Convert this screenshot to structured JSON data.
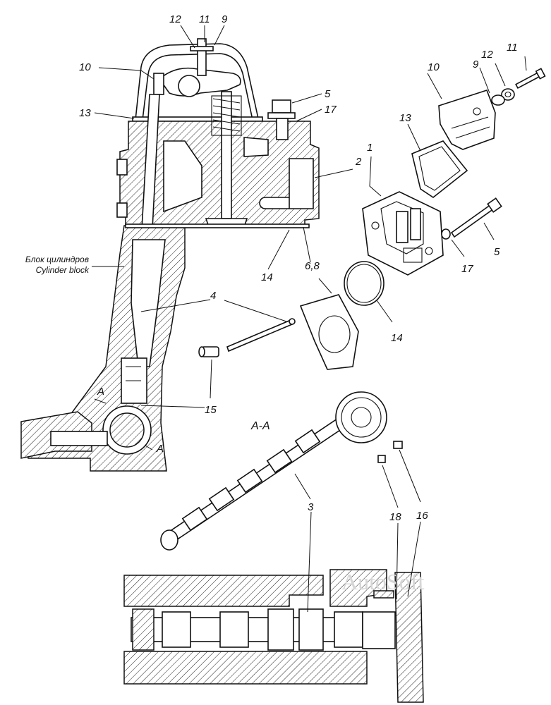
{
  "callouts": {
    "c1": "1",
    "c2": "2",
    "c3": "3",
    "c4": "4",
    "c5a": "5",
    "c5b": "5",
    "c68": "6,8",
    "c9a": "9",
    "c9b": "9",
    "c10a": "10",
    "c10b": "10",
    "c11a": "11",
    "c11b": "11",
    "c12a": "12",
    "c12b": "12",
    "c13a": "13",
    "c13b": "13",
    "c14a": "14",
    "c14b": "14",
    "c15": "15",
    "c16": "16",
    "c17a": "17",
    "c17b": "17",
    "c18": "18"
  },
  "labels": {
    "block_ru": "Блок цилиндров",
    "block_en": "Cylinder block",
    "section": "A-A",
    "sec_a1": "A",
    "sec_a2": "A"
  },
  "watermark": "AutoSoft"
}
